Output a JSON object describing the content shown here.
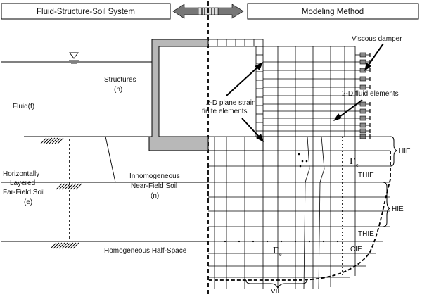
{
  "header": {
    "left_title": "Fluid-Structure-Soil System",
    "right_title": "Modeling Method"
  },
  "labels": {
    "fluid": "Fluid(f)",
    "structures_1": "Structures",
    "structures_2": "(n)",
    "viscous_damper": "Viscous damper",
    "fluid_elements": "2-D fluid elements",
    "plane_strain_1": "2-D plane strain",
    "plane_strain_2": "finite elements",
    "far_field_1": "Horizontally",
    "far_field_2": "Layered",
    "far_field_3": "Far-Field Soil",
    "far_field_4": "(e)",
    "near_field_1": "Inhomogeneous",
    "near_field_2": "Near-Field Soil",
    "near_field_3": "(n)",
    "half_space": "Homogeneous Half-Space",
    "hie_1": "HIE",
    "hie_2": "HIE",
    "thie_1": "THIE",
    "thie_2": "THIE",
    "cie": "CIE",
    "vie": "VIE",
    "gamma": "Γ",
    "gamma_sub_e": "e"
  }
}
